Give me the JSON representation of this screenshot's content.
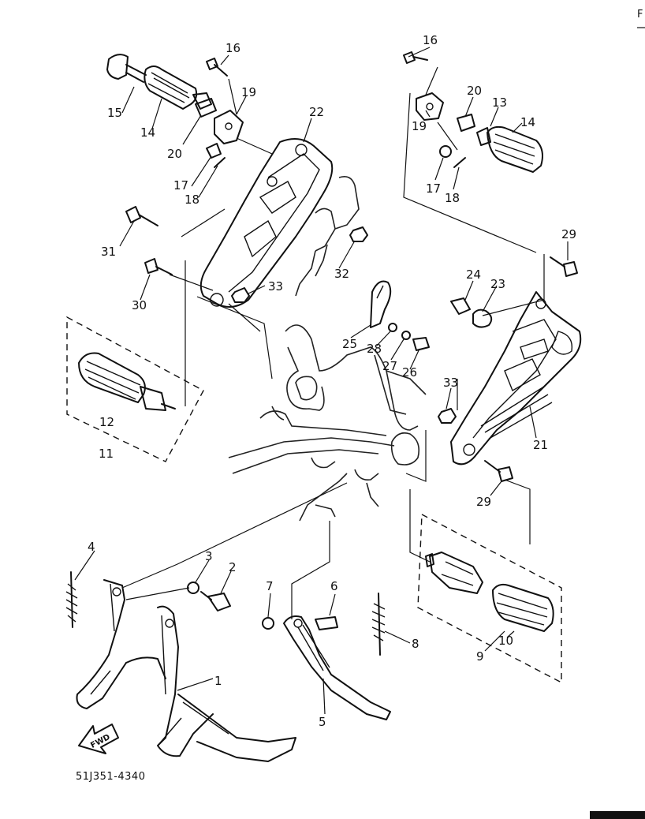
{
  "diagram": {
    "drawing_code": "51J351-4340",
    "fwd_label": "FWD",
    "corner_mark": "F",
    "callouts": [
      {
        "id": "c1",
        "label": "1"
      },
      {
        "id": "c2",
        "label": "2"
      },
      {
        "id": "c3",
        "label": "3"
      },
      {
        "id": "c4",
        "label": "4"
      },
      {
        "id": "c5",
        "label": "5"
      },
      {
        "id": "c6",
        "label": "6"
      },
      {
        "id": "c7",
        "label": "7"
      },
      {
        "id": "c8",
        "label": "8"
      },
      {
        "id": "c9",
        "label": "9"
      },
      {
        "id": "c10",
        "label": "10"
      },
      {
        "id": "c11",
        "label": "11"
      },
      {
        "id": "c12",
        "label": "12"
      },
      {
        "id": "c13",
        "label": "13"
      },
      {
        "id": "c14a",
        "label": "14"
      },
      {
        "id": "c14b",
        "label": "14"
      },
      {
        "id": "c15",
        "label": "15"
      },
      {
        "id": "c16a",
        "label": "16"
      },
      {
        "id": "c16b",
        "label": "16"
      },
      {
        "id": "c17a",
        "label": "17"
      },
      {
        "id": "c17b",
        "label": "17"
      },
      {
        "id": "c18a",
        "label": "18"
      },
      {
        "id": "c18b",
        "label": "18"
      },
      {
        "id": "c19a",
        "label": "19"
      },
      {
        "id": "c19b",
        "label": "19"
      },
      {
        "id": "c20a",
        "label": "20"
      },
      {
        "id": "c20b",
        "label": "20"
      },
      {
        "id": "c21",
        "label": "21"
      },
      {
        "id": "c22",
        "label": "22"
      },
      {
        "id": "c23",
        "label": "23"
      },
      {
        "id": "c24",
        "label": "24"
      },
      {
        "id": "c25",
        "label": "25"
      },
      {
        "id": "c26",
        "label": "26"
      },
      {
        "id": "c27",
        "label": "27"
      },
      {
        "id": "c28",
        "label": "28"
      },
      {
        "id": "c29a",
        "label": "29"
      },
      {
        "id": "c29b",
        "label": "29"
      },
      {
        "id": "c30",
        "label": "30"
      },
      {
        "id": "c31",
        "label": "31"
      },
      {
        "id": "c32",
        "label": "32"
      },
      {
        "id": "c33a",
        "label": "33"
      },
      {
        "id": "c33b",
        "label": "33"
      }
    ]
  }
}
